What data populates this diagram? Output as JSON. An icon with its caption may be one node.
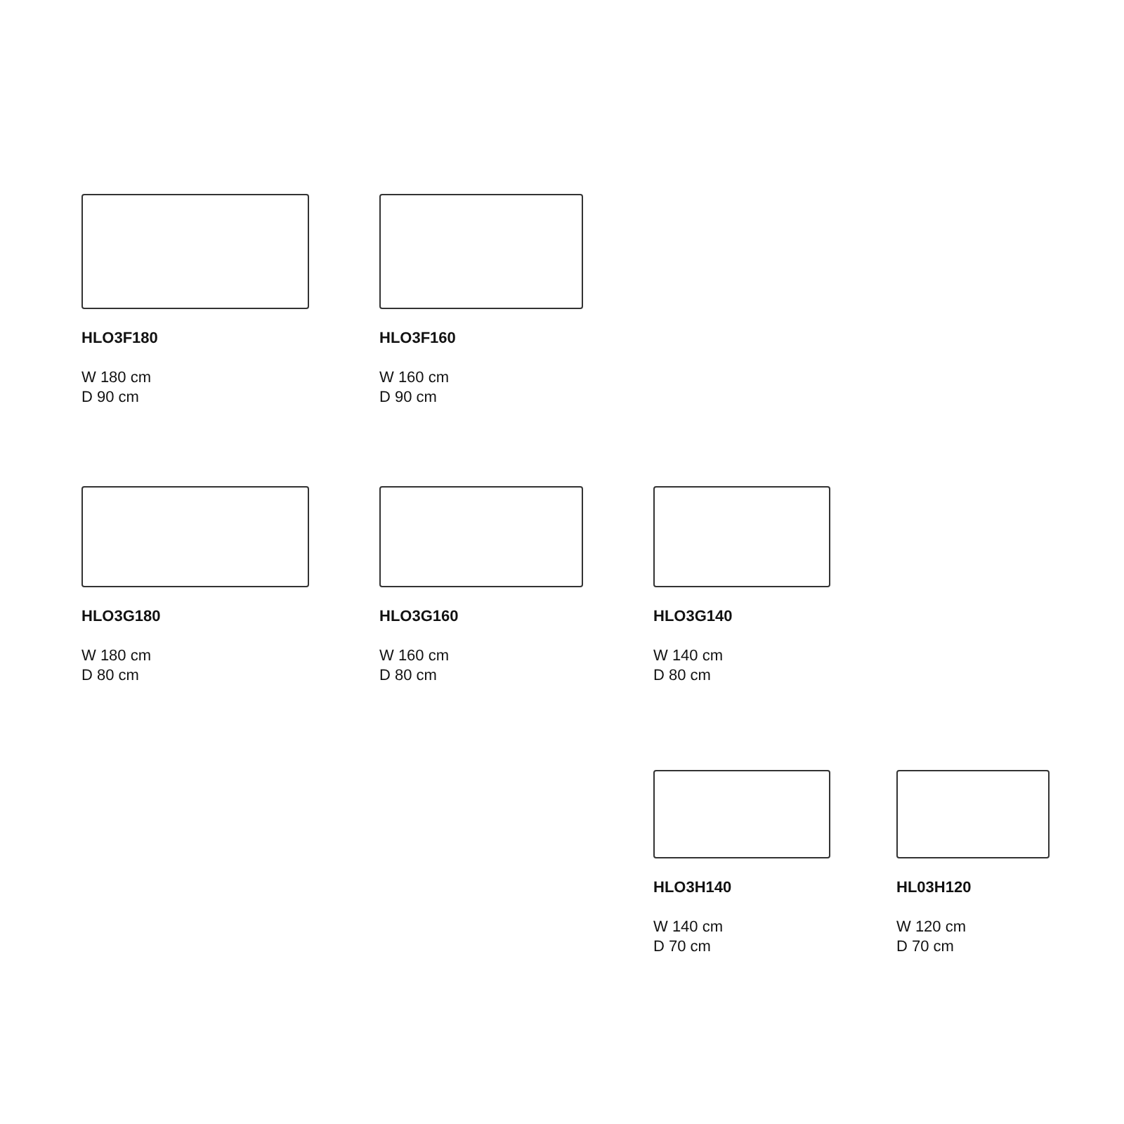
{
  "diagram": {
    "nodes": [
      {
        "text": [
          "HLO3F180",
          "W 180 cm D 90 cm"
        ]
      },
      {
        "text": [
          "HLO3F160",
          "W 160 cm D 90 cm"
        ]
      },
      {
        "text": [
          "HLO3G180",
          "W 180 cm D 80 cm"
        ]
      },
      {
        "text": [
          "HLO3G160",
          "W 160 cm D 80 cm"
        ]
      },
      {
        "text": [
          "HLO3G140",
          "W 140 cm D 80 cm"
        ]
      },
      {
        "text": [
          "HLO3H140",
          "W 140 cm D 70 cm"
        ]
      },
      {
        "text": [
          "HL03H120",
          "W 120 cm D 70 cm"
        ]
      }
    ]
  }
}
